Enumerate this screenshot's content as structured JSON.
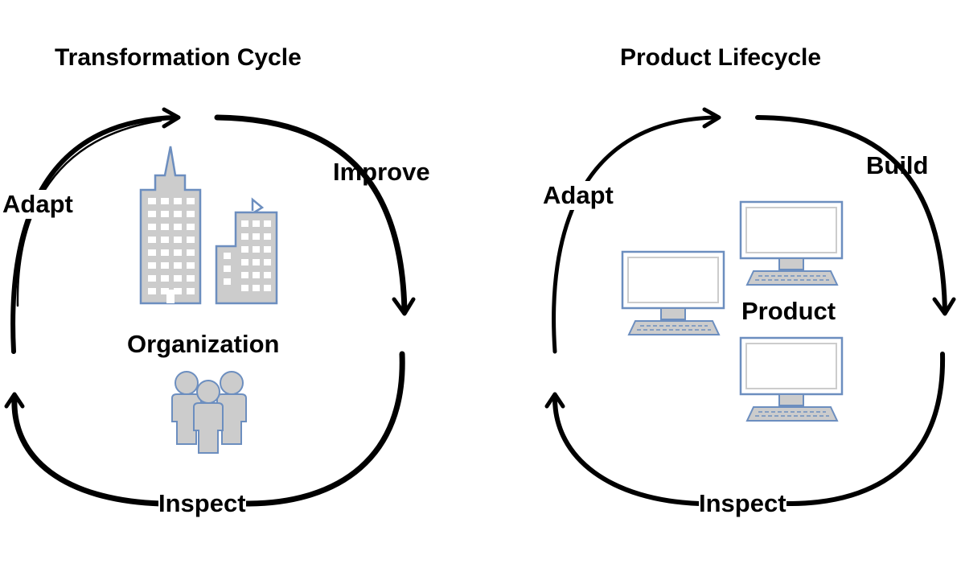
{
  "colors": {
    "arrow": "#000000",
    "icon_fill": "#cccccc",
    "icon_stroke": "#6c8ebf",
    "screen_fill": "#ffffff",
    "background": "#ffffff"
  },
  "left_cycle": {
    "title": "Transformation Cycle",
    "steps": [
      "Improve",
      "Inspect",
      "Adapt"
    ],
    "center_label": "Organization",
    "icons": [
      "office-buildings-icon",
      "people-group-icon"
    ]
  },
  "right_cycle": {
    "title": "Product Lifecycle",
    "steps": [
      "Build",
      "Inspect",
      "Adapt"
    ],
    "center_label": "Product",
    "icons": [
      "computer-monitor-icon",
      "computer-monitor-icon",
      "computer-monitor-icon"
    ]
  }
}
